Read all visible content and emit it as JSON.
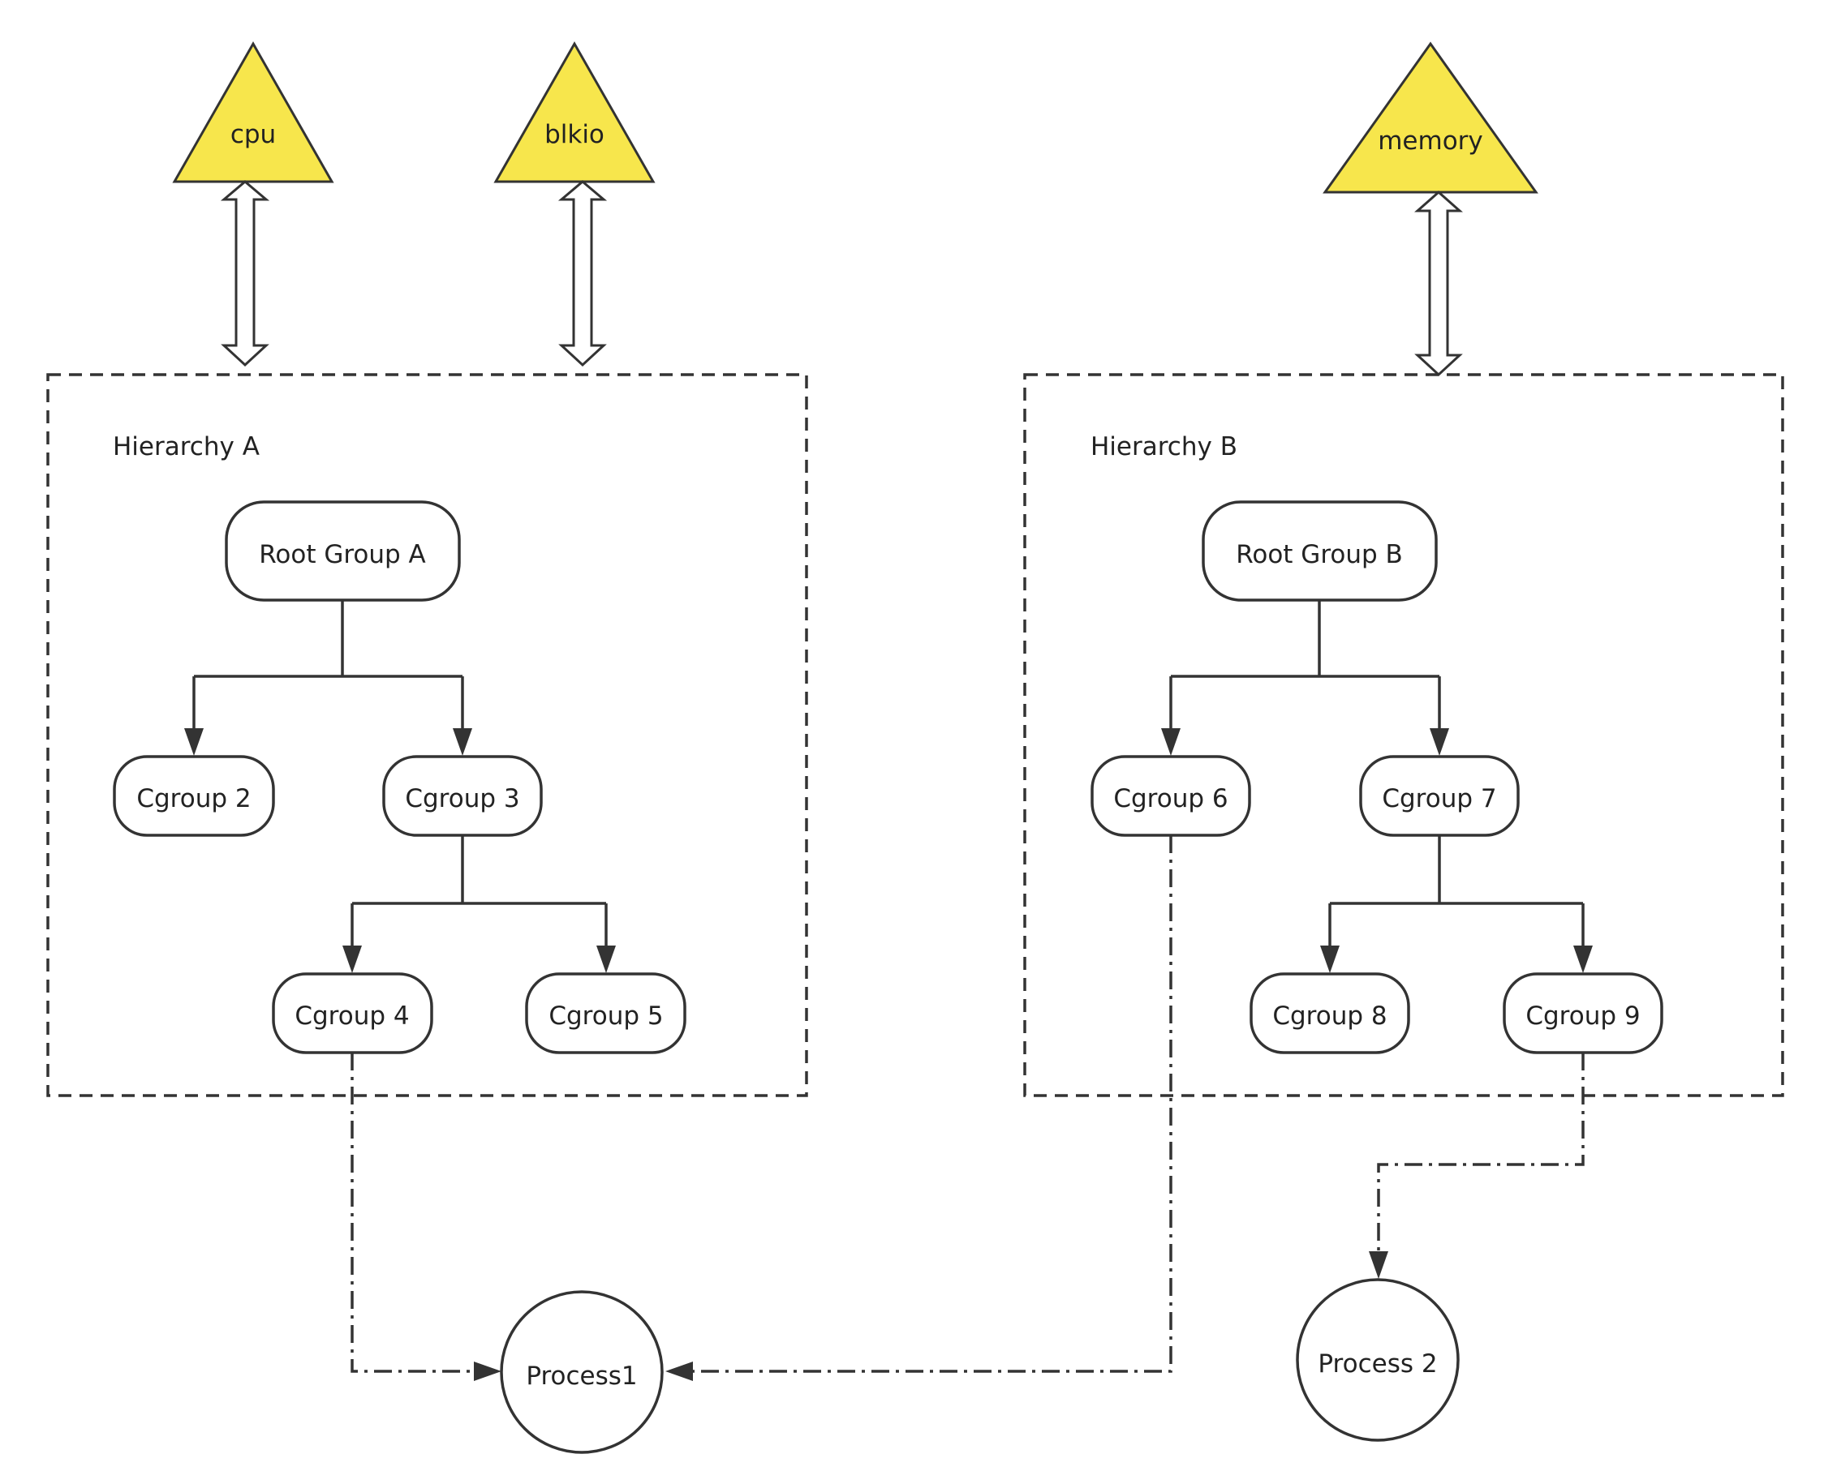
{
  "colors": {
    "resource_fill": "#f7e64c",
    "stroke": "#333333",
    "background": "#ffffff"
  },
  "resources": {
    "cpu": "cpu",
    "blkio": "blkio",
    "memory": "memory"
  },
  "hierarchies": {
    "a": {
      "label": "Hierarchy A",
      "root": "Root Group A",
      "groups": [
        "Cgroup 2",
        "Cgroup 3",
        "Cgroup 4",
        "Cgroup 5"
      ]
    },
    "b": {
      "label": "Hierarchy B",
      "root": "Root Group B",
      "groups": [
        "Cgroup 6",
        "Cgroup 7",
        "Cgroup 8",
        "Cgroup 9"
      ]
    }
  },
  "processes": [
    "Process1",
    "Process 2"
  ]
}
